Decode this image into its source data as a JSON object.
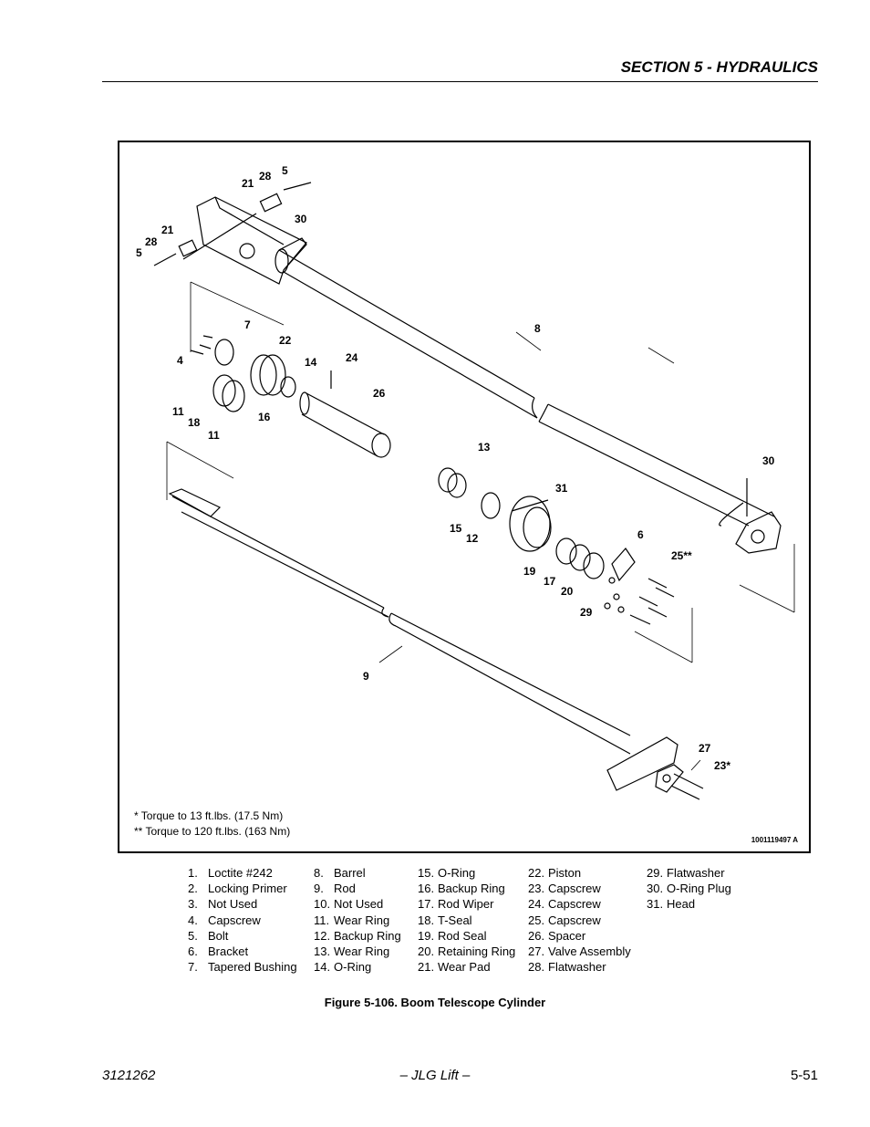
{
  "header": {
    "section_title": "SECTION 5 - HYDRAULICS"
  },
  "figure": {
    "callouts": [
      "21",
      "28",
      "5",
      "30",
      "21",
      "28",
      "5",
      "7",
      "22",
      "4",
      "14",
      "24",
      "26",
      "11",
      "18",
      "16",
      "11",
      "8",
      "13",
      "30",
      "31",
      "15",
      "12",
      "6",
      "25**",
      "19",
      "17",
      "20",
      "29",
      "9",
      "27",
      "23*"
    ],
    "torque_notes": [
      "* Torque to 13 ft.lbs. (17.5 Nm)",
      "** Torque to 120 ft.lbs. (163 Nm)"
    ],
    "drawing_number": "1001119497 A"
  },
  "legend": {
    "columns": [
      [
        {
          "num": "1.",
          "label": "Loctite #242"
        },
        {
          "num": "2.",
          "label": "Locking Primer"
        },
        {
          "num": "3.",
          "label": "Not Used"
        },
        {
          "num": "4.",
          "label": "Capscrew"
        },
        {
          "num": "5.",
          "label": "Bolt"
        },
        {
          "num": "6.",
          "label": "Bracket"
        },
        {
          "num": "7.",
          "label": "Tapered Bushing"
        }
      ],
      [
        {
          "num": "8.",
          "label": "Barrel"
        },
        {
          "num": "9.",
          "label": "Rod"
        },
        {
          "num": "10.",
          "label": "Not Used"
        },
        {
          "num": "11.",
          "label": "Wear Ring"
        },
        {
          "num": "12.",
          "label": "Backup Ring"
        },
        {
          "num": "13.",
          "label": "Wear Ring"
        },
        {
          "num": "14.",
          "label": "O-Ring"
        }
      ],
      [
        {
          "num": "15.",
          "label": "O-Ring"
        },
        {
          "num": "16.",
          "label": "Backup Ring"
        },
        {
          "num": "17.",
          "label": "Rod Wiper"
        },
        {
          "num": "18.",
          "label": "T-Seal"
        },
        {
          "num": "19.",
          "label": "Rod Seal"
        },
        {
          "num": "20.",
          "label": "Retaining Ring"
        },
        {
          "num": "21.",
          "label": "Wear Pad"
        }
      ],
      [
        {
          "num": "22.",
          "label": "Piston"
        },
        {
          "num": "23.",
          "label": "Capscrew"
        },
        {
          "num": "24.",
          "label": "Capscrew"
        },
        {
          "num": "25.",
          "label": "Capscrew"
        },
        {
          "num": "26.",
          "label": "Spacer"
        },
        {
          "num": "27.",
          "label": "Valve Assembly"
        },
        {
          "num": "28.",
          "label": "Flatwasher"
        }
      ],
      [
        {
          "num": "29.",
          "label": "Flatwasher"
        },
        {
          "num": "30.",
          "label": "O-Ring Plug"
        },
        {
          "num": "31.",
          "label": "Head"
        }
      ]
    ]
  },
  "caption": "Figure 5-106.  Boom Telescope Cylinder",
  "footer": {
    "doc_number": "3121262",
    "center": "– JLG Lift –",
    "page": "5-51"
  }
}
